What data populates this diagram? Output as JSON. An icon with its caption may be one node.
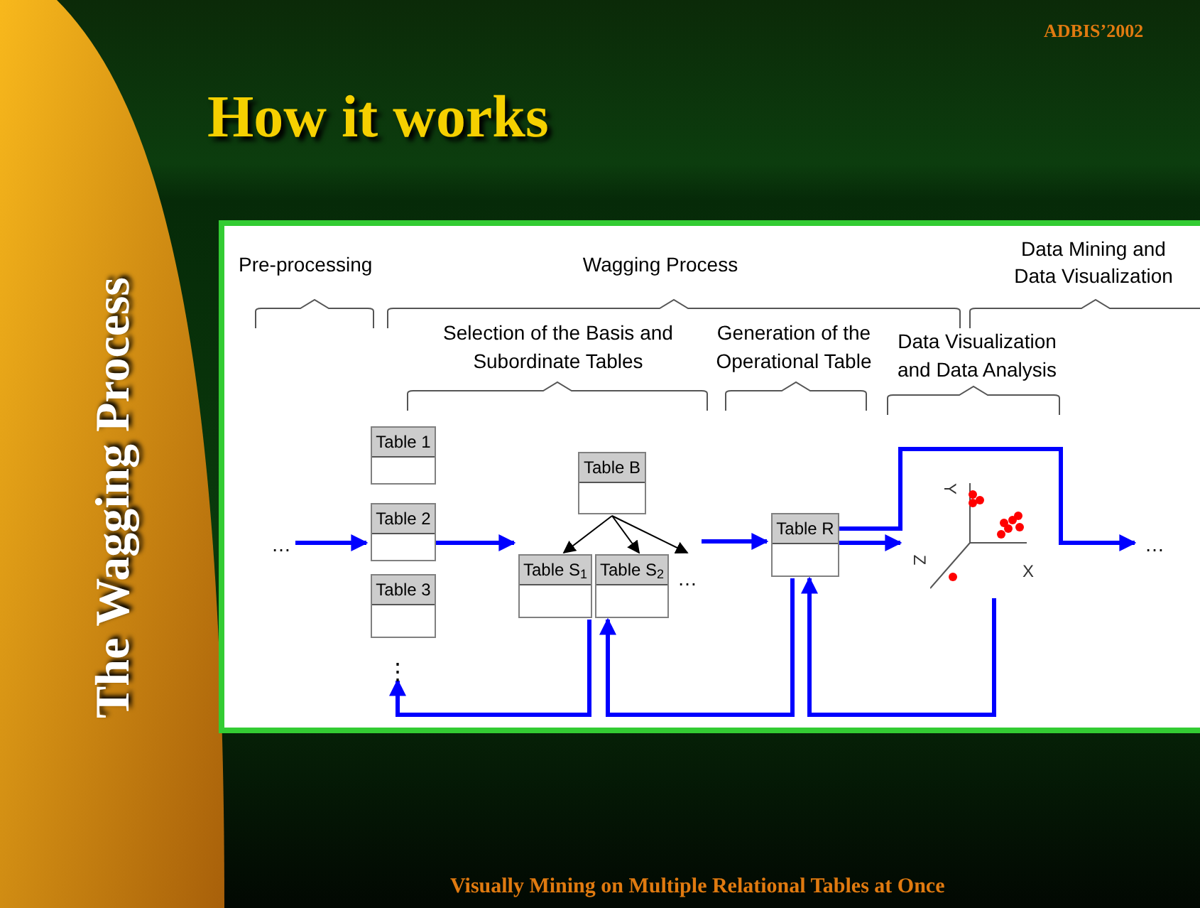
{
  "diagram": {
    "title": "How it works",
    "caption": "Visually Mining on Multiple Relational Tables at Once",
    "nodes": [
      {
        "text": [
          "…"
        ]
      },
      {
        "text": [
          "Table 1"
        ]
      },
      {
        "text": [
          "Table 2"
        ]
      },
      {
        "text": [
          "Table 3"
        ]
      },
      {
        "text": [
          "Table B"
        ]
      },
      {
        "text": [
          "Table S$_{1}$"
        ]
      },
      {
        "text": [
          "Table S$_{2}$"
        ]
      },
      {
        "text": [
          "…"
        ]
      },
      {
        "text": [
          "Table R"
        ]
      },
      {
        "text": [],
        "shape": "picture"
      },
      {
        "text": [
          "…"
        ]
      },
      {
        "text": [
          "⋮"
        ]
      }
    ],
    "edges": [
      {
        "from": 0,
        "to": 2,
        "arrow": "to"
      },
      {
        "from": 2,
        "to": 5,
        "arrow": "to"
      },
      {
        "from": 4,
        "to": 5,
        "arrow": "to",
        "color": "#000000"
      },
      {
        "from": 4,
        "to": 6,
        "arrow": "to",
        "color": "#000000"
      },
      {
        "from": 4,
        "to": 7,
        "arrow": "to",
        "color": "#000000"
      },
      {
        "from": 7,
        "to": 8,
        "arrow": "to"
      },
      {
        "from": 8,
        "to": 9,
        "arrow": "to"
      },
      {
        "from": 8,
        "to": 10,
        "arrow": "to"
      },
      {
        "from": 5,
        "to": 11,
        "arrow": "to"
      },
      {
        "from": 8,
        "to": 6,
        "arrow": "to"
      },
      {
        "from": 9,
        "to": 8,
        "arrow": "to"
      }
    ],
    "labels": [
      "ADBIS’2002",
      "The Wagging Process",
      "Pre-processing",
      "Wagging Process",
      "Data Mining and Data Visualization",
      "Selection of the Basis and Subordinate Tables",
      "Generation of the Operational Table",
      "Data Visualization and Data Analysis",
      "Y",
      "Z",
      "X"
    ]
  }
}
